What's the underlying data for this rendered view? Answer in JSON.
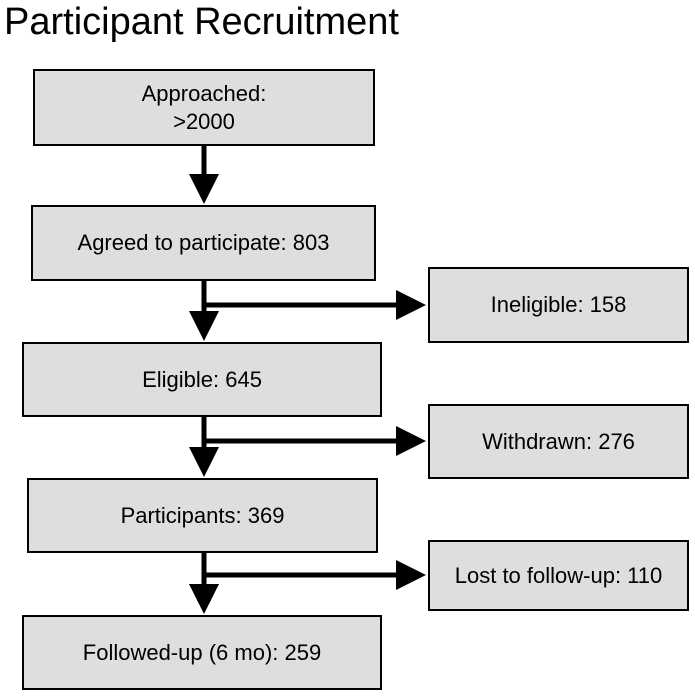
{
  "title": "Participant Recruitment",
  "main_flow": [
    {
      "id": "approached",
      "line1": "Approached:",
      "line2": ">2000"
    },
    {
      "id": "agreed",
      "label": "Agreed to participate: 803"
    },
    {
      "id": "eligible",
      "label": "Eligible: 645"
    },
    {
      "id": "participants",
      "label": "Participants: 369"
    },
    {
      "id": "followed",
      "label": "Followed-up (6 mo): 259"
    }
  ],
  "exclusions": [
    {
      "id": "ineligible",
      "label": "Ineligible: 158"
    },
    {
      "id": "withdrawn",
      "label": "Withdrawn: 276"
    },
    {
      "id": "lost",
      "label": "Lost to follow-up: 110"
    }
  ],
  "colors": {
    "box_fill": "#dedede",
    "box_border": "#000000",
    "arrow": "#000000"
  }
}
